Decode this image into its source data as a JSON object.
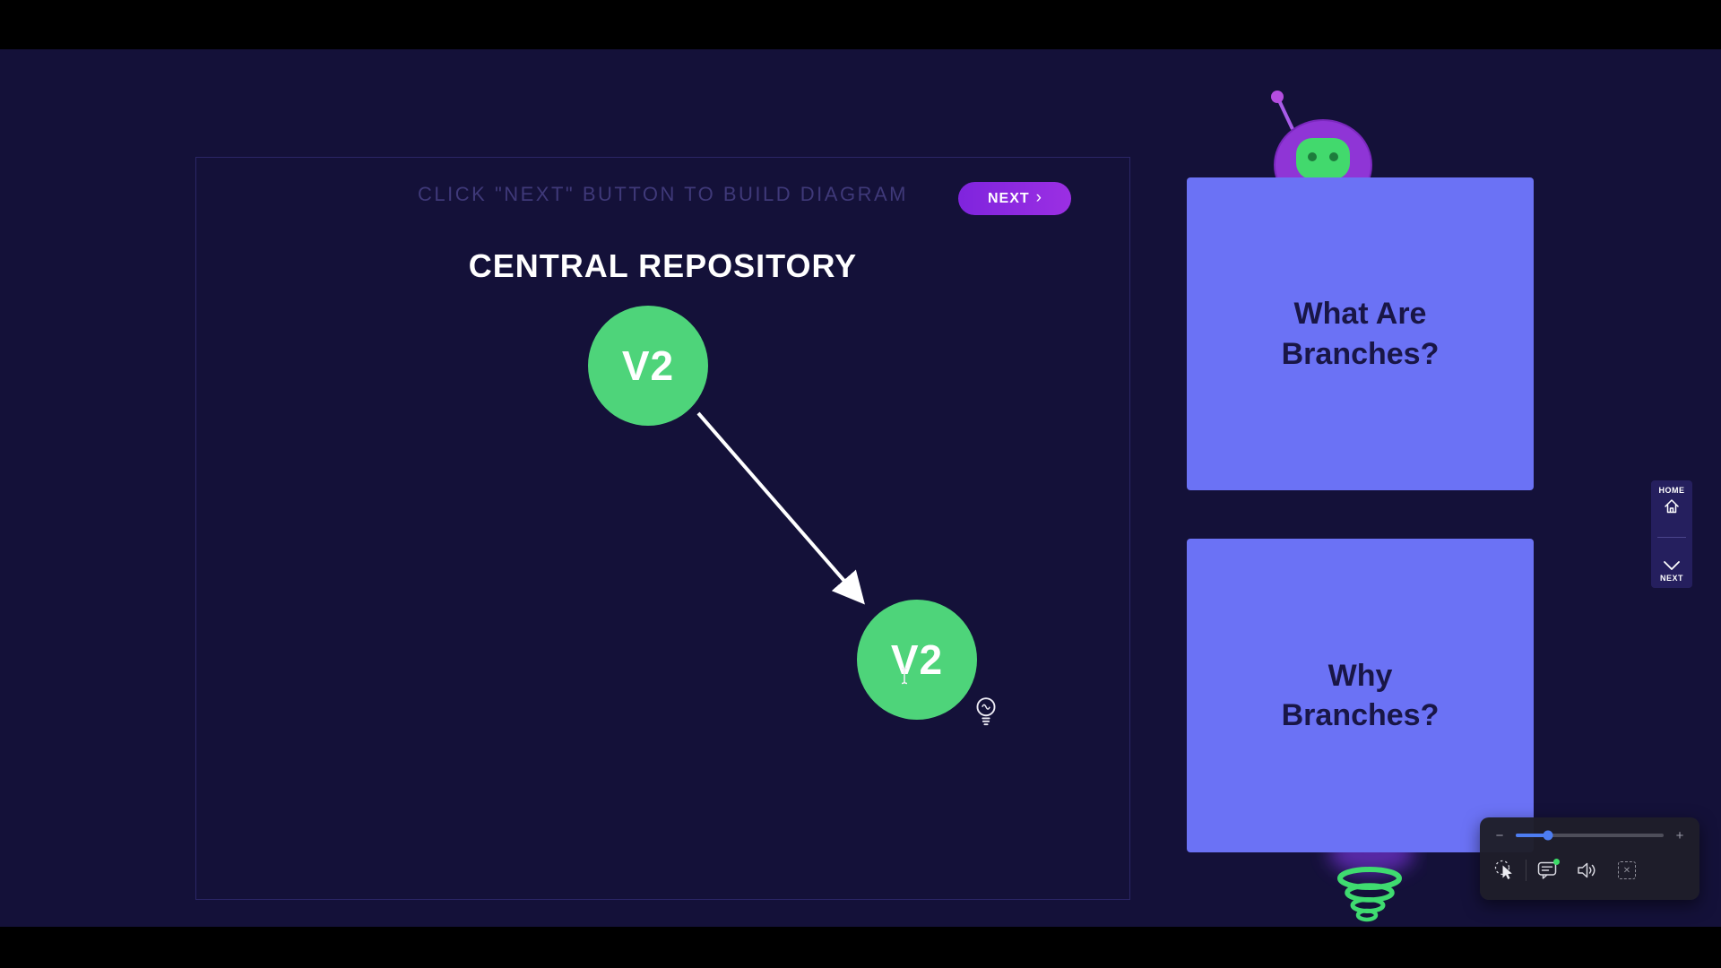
{
  "colors": {
    "background": "#141139",
    "node_green": "#4ed47a",
    "card_blue": "#6b72f5",
    "button_purple": "#8d2ae1",
    "slider_blue": "#4d7df2",
    "notification_green": "#3ddc68"
  },
  "diagram": {
    "instruction": "CLICK \"NEXT\" BUTTON TO BUILD DIAGRAM",
    "title": "CENTRAL REPOSITORY",
    "next_button": {
      "label": "NEXT",
      "chevron": "›"
    },
    "nodes": {
      "top": "V2",
      "bottom": "V2"
    }
  },
  "cards": {
    "what_are": {
      "line1": "What Are",
      "line2": "Branches?"
    },
    "why": {
      "line1": "Why",
      "line2": "Branches?"
    }
  },
  "side_nav": {
    "home": "HOME",
    "next": "NEXT"
  },
  "toolbar": {
    "volume_down": "−",
    "volume_up": "+",
    "slider_percent": 22,
    "close": "✕"
  }
}
